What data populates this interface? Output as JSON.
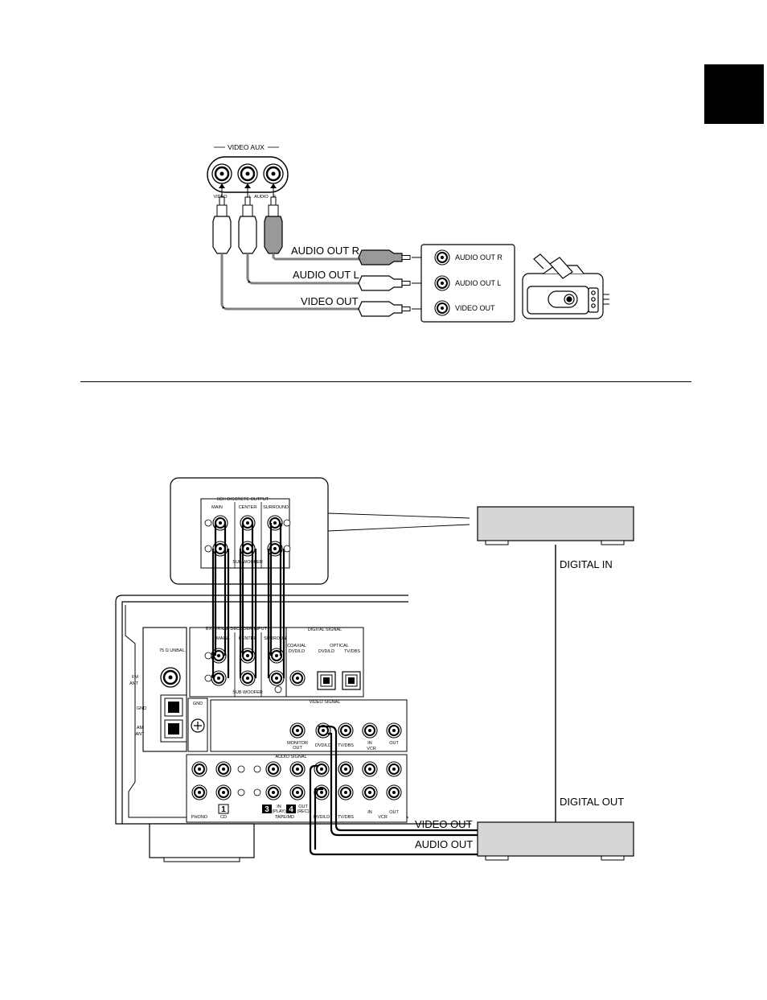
{
  "fig1": {
    "panel_title": "VIDEO AUX",
    "jack_labels": [
      "VIDEO",
      "L",
      "AUDIO",
      "R"
    ],
    "cable_labels": [
      "AUDIO OUT R",
      "AUDIO OUT L",
      "VIDEO OUT"
    ],
    "device_jacks": [
      "AUDIO OUT R",
      "AUDIO OUT L",
      "VIDEO OUT"
    ]
  },
  "fig2": {
    "inset": {
      "title": "6CH DISCRETE OUTPUT",
      "groups": [
        "MAIN",
        "CENTER",
        "SURROUND"
      ],
      "sub": "SUB WOOFER"
    },
    "receiver": {
      "ext_title": "EXTERNAL DECODER INPUT",
      "ext_groups": [
        "MAIN",
        "CENTER",
        "SURROUND"
      ],
      "ext_sub": "SUB WOOFER",
      "digital_title": "DIGITAL SIGNAL",
      "digital_labels": [
        "COAXIAL",
        "DVD/LD",
        "OPTICAL",
        "DVD/LD",
        "TV/DBS"
      ],
      "ant_labels": [
        "75 Ω UNBAL.",
        "FM",
        "ANT",
        "GND",
        "AM",
        "ANT",
        "GND"
      ],
      "video_title": "VIDEO SIGNAL",
      "video_labels": [
        "MONITOR",
        "OUT",
        "DVD/LD",
        "TV/DBS",
        "IN",
        "OUT",
        "VCR"
      ],
      "audio_title": "AUDIO SIGNAL",
      "audio_labels": [
        "PHONO",
        "CD",
        "IN",
        "(PLAY)",
        "OUT",
        "(REC)",
        "TAPE/MD",
        "DVD/LD",
        "TV/DBS",
        "IN",
        "OUT",
        "VCR"
      ],
      "badges": [
        "1",
        "3",
        "4"
      ]
    },
    "labels": [
      "DIGITAL IN",
      "DIGITAL OUT",
      "VIDEO OUT",
      "AUDIO OUT"
    ]
  }
}
